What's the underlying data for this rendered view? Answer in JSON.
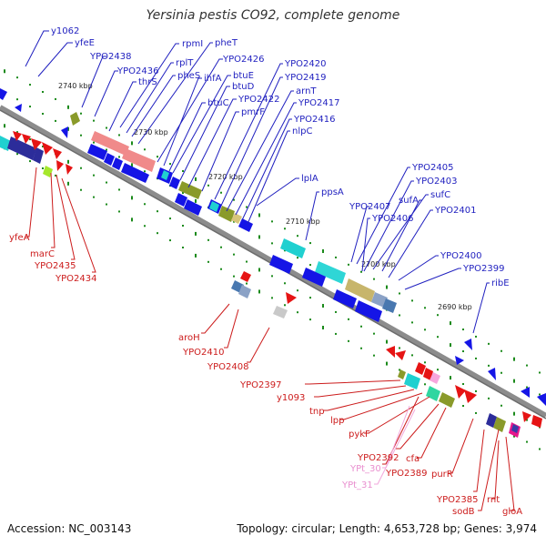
{
  "title": "Yersinia pestis CO92, complete genome",
  "accession": "Accession: NC_003143",
  "summary": "Topology: circular; Length: 4,653,728 bp; Genes: 3,974",
  "colors": {
    "forward_label": "#1f1fbf",
    "reverse_label": "#cc1b1b",
    "trna_label": "#e98fcf",
    "backbone": "#8c8c8c"
  },
  "ticks": [
    "2740 kbp",
    "2730 kbp",
    "2720 kbp",
    "2710 kbp",
    "2700 kbp",
    "2690 kbp"
  ],
  "labels_top": [
    "y1062",
    "yfeE",
    "YPO2438",
    "YPO2436",
    "rpmI",
    "rplT",
    "pheS",
    "thrS",
    "pheT",
    "YPO2426",
    "ihfA",
    "btuE",
    "btuD",
    "btuC",
    "YPO2422",
    "pmrF",
    "YPO2420",
    "YPO2419",
    "arnT",
    "YPO2417",
    "YPO2416",
    "nlpC",
    "lplA",
    "ppsA",
    "YPO2405",
    "YPO2403",
    "sufA",
    "sufC",
    "YPO2407",
    "YPO2406",
    "YPO2401",
    "YPO2400",
    "YPO2399",
    "ribE"
  ],
  "labels_bottom": [
    "yfeA",
    "marC",
    "YPO2435",
    "YPO2434",
    "aroH",
    "YPO2410",
    "YPO2408",
    "YPO2397",
    "y1093",
    "tnp",
    "lpp",
    "pykF",
    "YPO2392",
    "cfa",
    "YPO2389",
    "purR",
    "YPO2385",
    "rnt",
    "sodB",
    "gloA"
  ],
  "labels_trna": [
    "YPt_30",
    "YPt_31"
  ]
}
